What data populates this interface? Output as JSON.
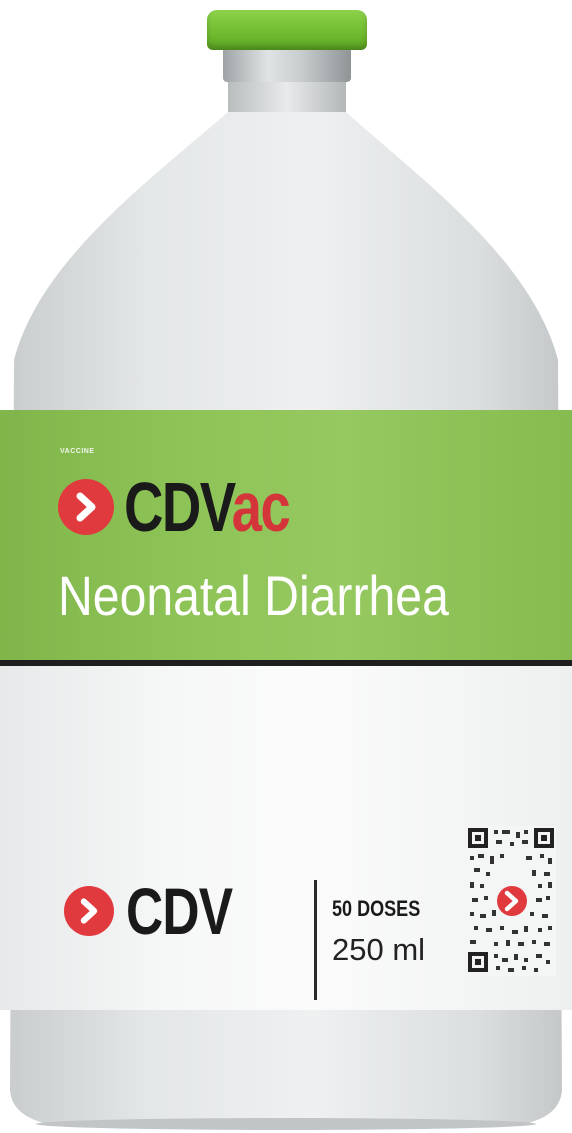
{
  "label": {
    "category": "VACCINE",
    "brand_main": "CDV",
    "brand_suffix": "ac",
    "product_name": "Neonatal Diarrhea",
    "company": "CDV",
    "doses": "50 DOSES",
    "volume": "250 ml"
  },
  "icons": {
    "brand_logo": "chevron-right-icon",
    "company_logo": "chevron-right-icon",
    "qr_code": "qr-code-icon"
  },
  "colors": {
    "cap": "#6fbb2f",
    "label_green": "#8dc356",
    "logo_red": "#e03a3e",
    "text_dark": "#1a1a1a",
    "brand_suffix": "#d4353a"
  }
}
